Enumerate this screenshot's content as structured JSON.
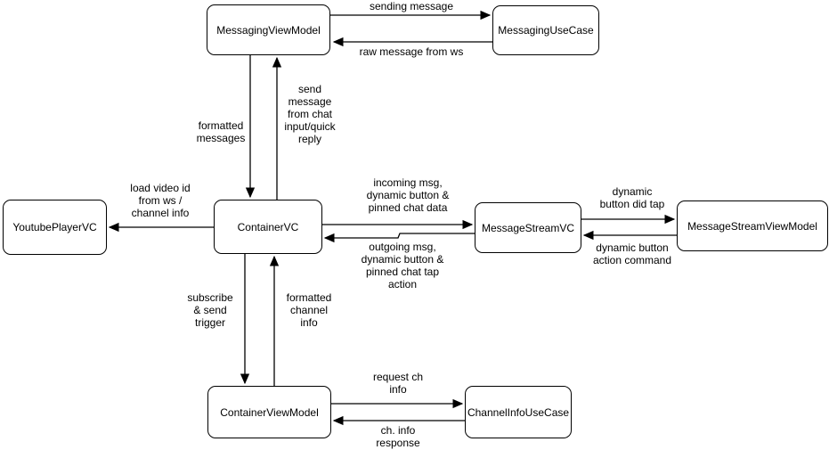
{
  "diagram": {
    "background_color": "#ffffff",
    "node_fill_color": "#ffffff",
    "node_border_color": "#000000",
    "line_color": "#000000",
    "text_color": "#000000",
    "nodes": [
      {
        "id": "messaging-view-model",
        "label": "MessagingViewModel"
      },
      {
        "id": "messaging-use-case",
        "label": "MessagingUseCase"
      },
      {
        "id": "youtube-player-vc",
        "label": "YoutubePlayerVC"
      },
      {
        "id": "container-vc",
        "label": "ContainerVC"
      },
      {
        "id": "message-stream-vc",
        "label": "MessageStreamVC"
      },
      {
        "id": "message-stream-view-model",
        "label": "MessageStreamViewModel"
      },
      {
        "id": "container-view-model",
        "label": "ContainerViewModel"
      },
      {
        "id": "channel-info-use-case",
        "label": "ChannelInfoUseCase"
      }
    ],
    "edges": [
      {
        "from": "MessagingViewModel",
        "to": "MessagingUseCase",
        "label": "sending message"
      },
      {
        "from": "MessagingUseCase",
        "to": "MessagingViewModel",
        "label": "raw message from ws"
      },
      {
        "from": "MessagingViewModel",
        "to": "ContainerVC",
        "label": "formatted\nmessages"
      },
      {
        "from": "ContainerVC",
        "to": "MessagingViewModel",
        "label": "send\nmessage\nfrom chat\ninput/quick\nreply"
      },
      {
        "from": "ContainerVC",
        "to": "YoutubePlayerVC",
        "label": "load video id\nfrom ws /\nchannel info"
      },
      {
        "from": "ContainerVC",
        "to": "MessageStreamVC",
        "label": "incoming msg,\ndynamic button &\npinned chat data"
      },
      {
        "from": "MessageStreamVC",
        "to": "ContainerVC",
        "label": "outgoing msg,\ndynamic button &\npinned chat tap\naction"
      },
      {
        "from": "MessageStreamVC",
        "to": "MessageStreamViewModel",
        "label": "dynamic\nbutton did tap"
      },
      {
        "from": "MessageStreamViewModel",
        "to": "MessageStreamVC",
        "label": "dynamic button\naction command"
      },
      {
        "from": "ContainerVC",
        "to": "ContainerViewModel",
        "label": "subscribe\n& send\ntrigger"
      },
      {
        "from": "ContainerViewModel",
        "to": "ContainerVC",
        "label": "formatted\nchannel\ninfo"
      },
      {
        "from": "ContainerViewModel",
        "to": "ChannelInfoUseCase",
        "label": "request ch\ninfo"
      },
      {
        "from": "ChannelInfoUseCase",
        "to": "ContainerViewModel",
        "label": "ch. info\nresponse"
      }
    ]
  }
}
